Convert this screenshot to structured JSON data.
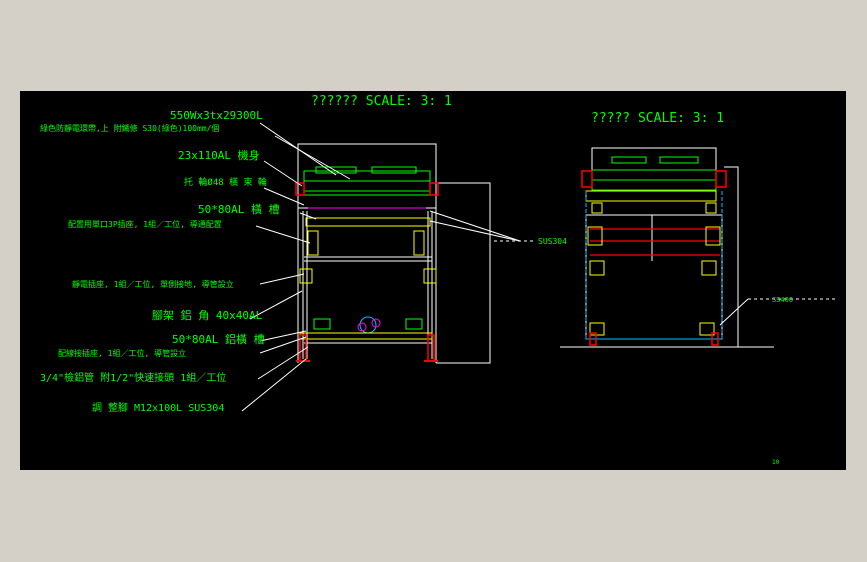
{
  "views": {
    "left_title": "?????? SCALE: 3: 1",
    "right_title": "????? SCALE: 3: 1"
  },
  "callouts": {
    "c1": "550Wx3tx29300L",
    "c2": "綠色防靜電環帶,上 附鐵條 S30(綠色)100mm/個",
    "c3": "23x110AL 機身",
    "c4": "托 輪Ø48 橫 束 輪",
    "c5": "50*80AL 橫 槽",
    "c6": "配置用單口3P插座, 1組／工位, 導通配置",
    "c7": "靜電插座, 1組／工位, 單側接地, 導管設立",
    "c8": "腳架 鋁 角 40x40AL",
    "c9": "50*80AL 鋁橫 槽",
    "c10": "配線接插座, 1組／工位, 導管設立",
    "c11": "3/4\"檢鋁管   附1/2\"快速接頭   1組／工位",
    "c12": "調 整腳 M12x100L SUS304",
    "sus_left": "SUS304",
    "sus_right": "SS400",
    "corner_mark": "10"
  },
  "colors": {
    "canvas_bg": "#000000",
    "frame": "#d4d0c8",
    "label": "#00ff00",
    "line_white": "#ffffff",
    "line_yellow": "#ffff00",
    "line_red": "#ff0000",
    "line_cyan": "#00c0ff"
  }
}
